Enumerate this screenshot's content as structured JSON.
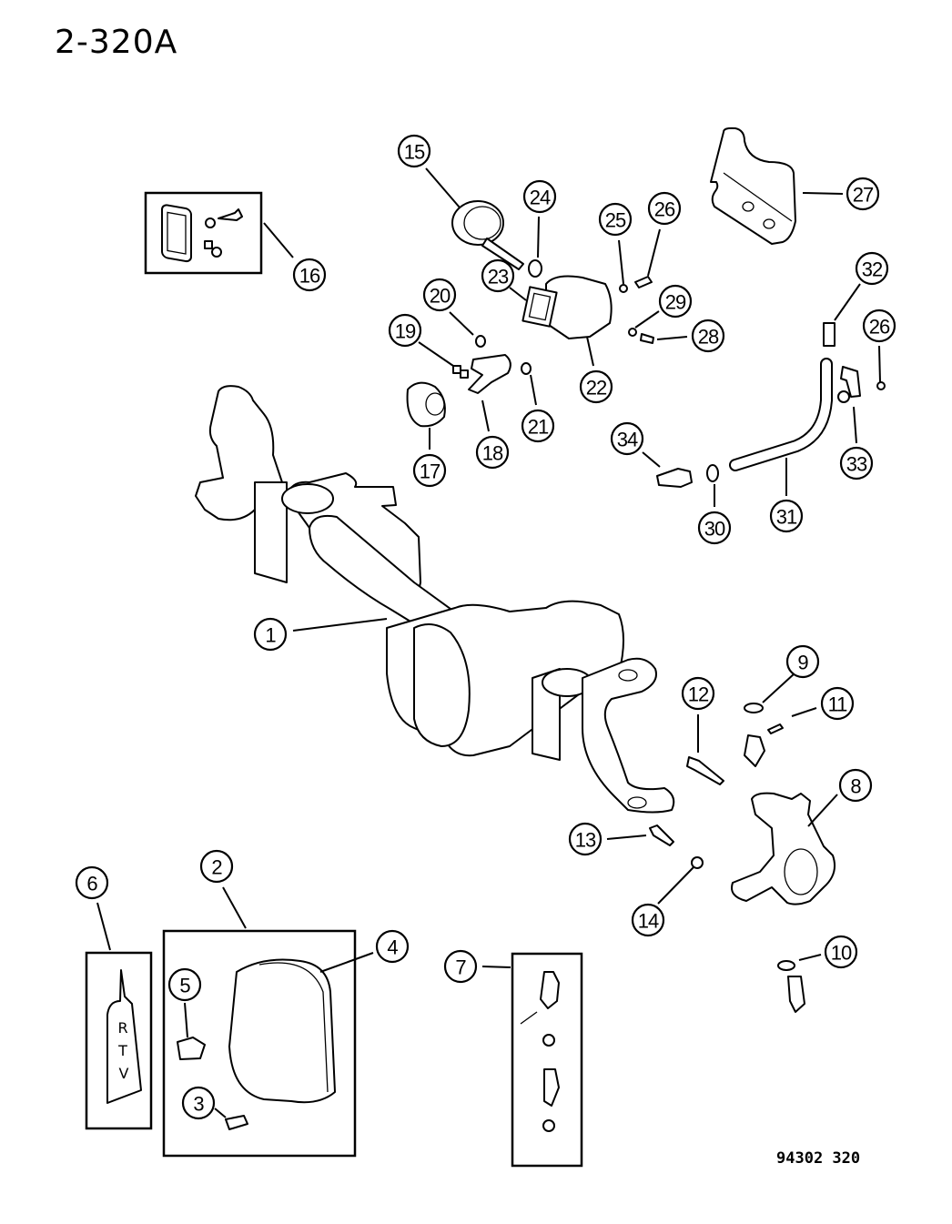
{
  "title": "2-320A",
  "figure_code": "94302 320",
  "callouts": [
    {
      "id": "1",
      "label": "1"
    },
    {
      "id": "2",
      "label": "2"
    },
    {
      "id": "3",
      "label": "3"
    },
    {
      "id": "4",
      "label": "4"
    },
    {
      "id": "5",
      "label": "5"
    },
    {
      "id": "6",
      "label": "6"
    },
    {
      "id": "7",
      "label": "7"
    },
    {
      "id": "8",
      "label": "8"
    },
    {
      "id": "9",
      "label": "9"
    },
    {
      "id": "10",
      "label": "10"
    },
    {
      "id": "11",
      "label": "11"
    },
    {
      "id": "12",
      "label": "12"
    },
    {
      "id": "13",
      "label": "13"
    },
    {
      "id": "14",
      "label": "14"
    },
    {
      "id": "15",
      "label": "15"
    },
    {
      "id": "16",
      "label": "16"
    },
    {
      "id": "17",
      "label": "17"
    },
    {
      "id": "18",
      "label": "18"
    },
    {
      "id": "19",
      "label": "19"
    },
    {
      "id": "20",
      "label": "20"
    },
    {
      "id": "21",
      "label": "21"
    },
    {
      "id": "22",
      "label": "22"
    },
    {
      "id": "23",
      "label": "23"
    },
    {
      "id": "24",
      "label": "24"
    },
    {
      "id": "25",
      "label": "25"
    },
    {
      "id": "26a",
      "label": "26"
    },
    {
      "id": "26b",
      "label": "26"
    },
    {
      "id": "27",
      "label": "27"
    },
    {
      "id": "28",
      "label": "28"
    },
    {
      "id": "29",
      "label": "29"
    },
    {
      "id": "30",
      "label": "30"
    },
    {
      "id": "31",
      "label": "31"
    },
    {
      "id": "32",
      "label": "32"
    },
    {
      "id": "33",
      "label": "33"
    },
    {
      "id": "34",
      "label": "34"
    }
  ],
  "rtv_tube": {
    "text": [
      "R",
      "T",
      "V"
    ]
  }
}
